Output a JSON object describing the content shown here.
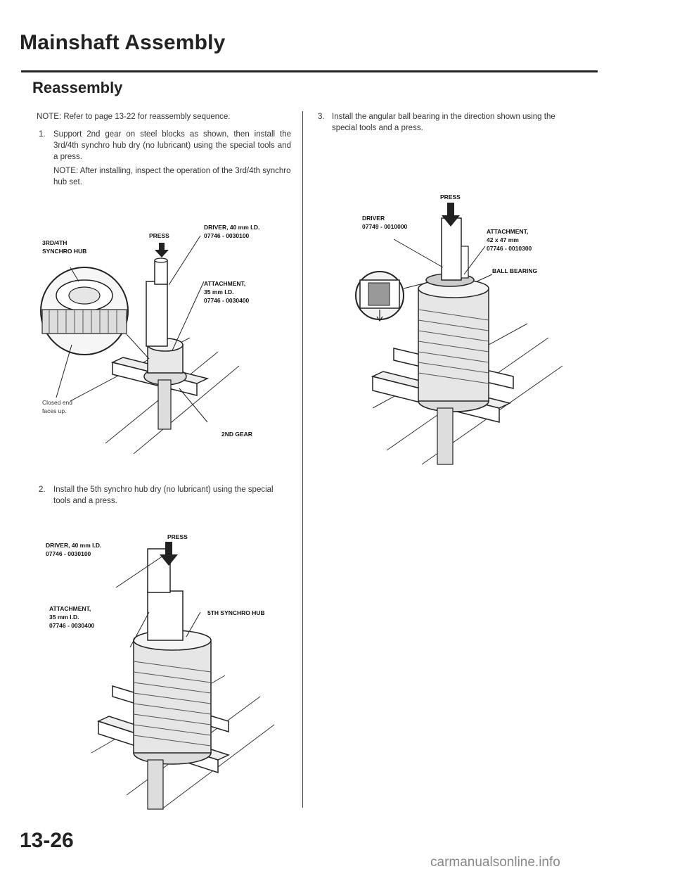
{
  "header": {
    "title": "Mainshaft Assembly",
    "subtitle": "Reassembly"
  },
  "left": {
    "note": "NOTE: Refer to page 13-22 for reassembly sequence.",
    "step1": {
      "number": "1.",
      "text": "Support 2nd gear on steel blocks as shown, then install the 3rd/4th synchro hub dry (no lubricant) using the special tools and a press.",
      "note": "NOTE: After installing, inspect the operation of the 3rd/4th synchro hub set."
    },
    "fig1": {
      "press": "PRESS",
      "driver": [
        "DRIVER, 40 mm I.D.",
        "07746 - 0030100"
      ],
      "hub": [
        "3RD/4TH",
        "SYNCHRO HUB"
      ],
      "attachment": [
        "ATTACHMENT,",
        "35 mm I.D.",
        "07746 - 0030400"
      ],
      "closed_end": [
        "Closed end",
        "faces up."
      ],
      "gear": "2ND GEAR"
    },
    "step2": {
      "number": "2.",
      "text": "Install the 5th synchro hub dry (no lubricant) using the special tools and a press."
    },
    "fig2": {
      "press": "PRESS",
      "driver": [
        "DRIVER, 40 mm I.D.",
        "07746 - 0030100"
      ],
      "attachment": [
        "ATTACHMENT,",
        "35 mm I.D.",
        "07746 - 0030400"
      ],
      "hub": "5TH SYNCHRO HUB"
    }
  },
  "right": {
    "step3": {
      "number": "3.",
      "text": "Install the angular ball bearing in the direction shown using the special tools and a press."
    },
    "fig3": {
      "press": "PRESS",
      "driver": [
        "DRIVER",
        "07749 - 0010000"
      ],
      "attachment": [
        "ATTACHMENT,",
        "42 x 47 mm",
        "07746 - 0010300"
      ],
      "bearing": "BALL BEARING"
    }
  },
  "footer": {
    "page_number": "13-26",
    "watermark": "carmanualsonline.info"
  }
}
